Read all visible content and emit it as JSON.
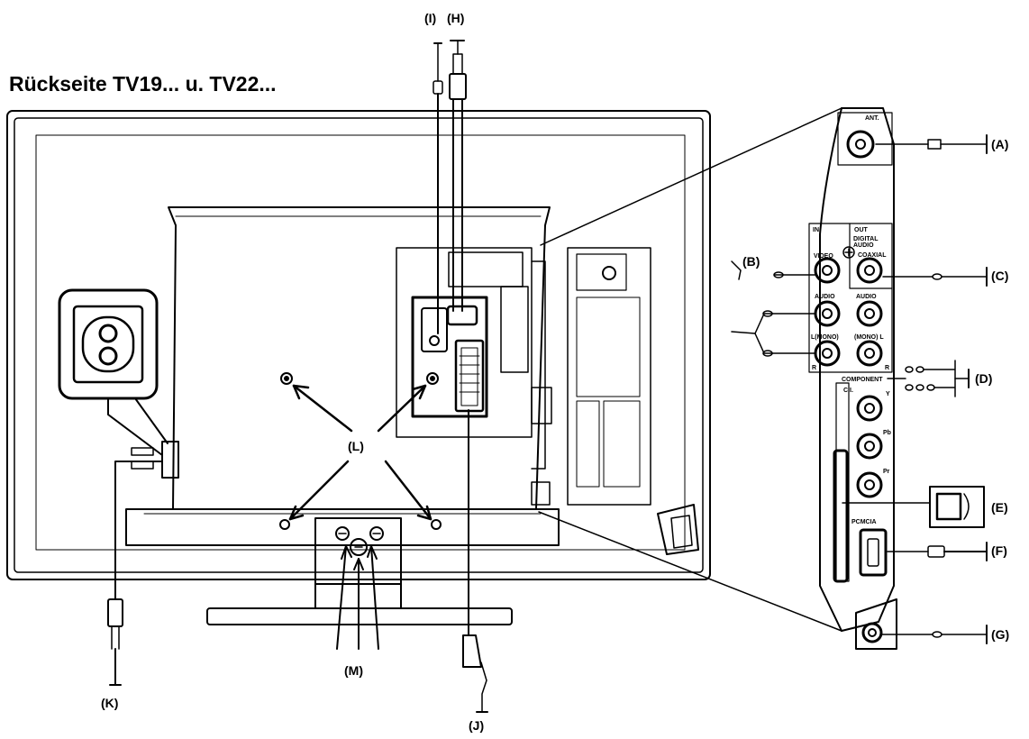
{
  "title": "Rückseite TV19... u. TV22...",
  "callouts": {
    "a": "(A)",
    "b": "(B)",
    "c": "(C)",
    "d": "(D)",
    "e": "(E)",
    "f": "(F)",
    "g": "(G)",
    "h": "(H)",
    "i": "(I)",
    "j": "(J)",
    "k": "(K)",
    "l": "(L)",
    "m": "(M)"
  },
  "panel_labels": {
    "ant": "ANT.",
    "in": "IN",
    "out": "OUT",
    "video": "VIDEO",
    "audio_in": "AUDIO",
    "audio_out": "AUDIO",
    "digital_audio": "DIGITAL AUDIO",
    "coaxial": "COAXIAL",
    "mono_l_in": "L(MONO)",
    "mono_l_out": "(MONO) L",
    "r_in": "R",
    "r_out": "R",
    "component": "COMPONENT",
    "y": "Y",
    "pb": "Pb",
    "pr": "Pr",
    "ci": "C.I.",
    "pcmcia": "PCMCIA"
  }
}
